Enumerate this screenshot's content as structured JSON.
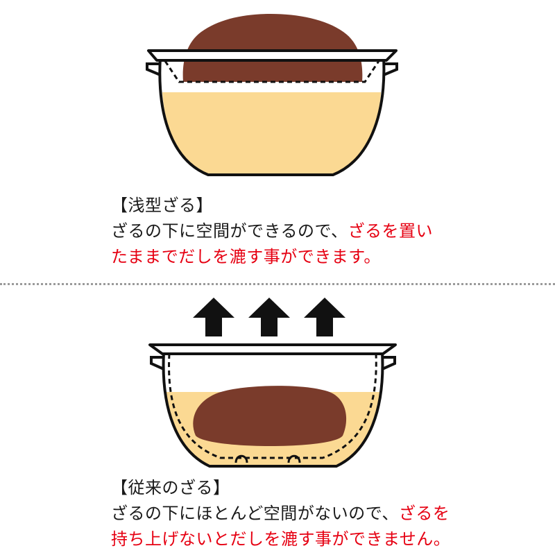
{
  "top": {
    "title": "【浅型ざる】",
    "line1_black": "ざるの下に空間ができるので、",
    "line1_red": "ざるを置い",
    "line2_red": "たままでだしを漉す事ができます。"
  },
  "bottom": {
    "title": "【従来のざる】",
    "line1_black": "ざるの下にほとんど空間がないので、",
    "line1_red": "ざるを",
    "line2_red": "持ち上げないとだしを漉す事ができません。"
  },
  "colors": {
    "broth": "#fbd993",
    "grounds": "#7a3b2b",
    "outline": "#111111",
    "highlight_text": "#e60012",
    "divider": "#9a9a9a"
  },
  "icons": [
    "up-arrow-icon",
    "up-arrow-icon",
    "up-arrow-icon"
  ]
}
